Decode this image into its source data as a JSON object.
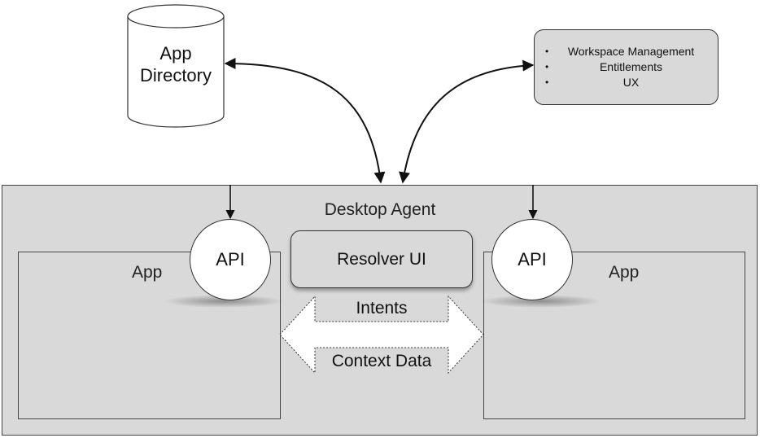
{
  "desktop_agent": {
    "title": "Desktop Agent"
  },
  "app_directory": {
    "label_line1": "App",
    "label_line2": "Directory"
  },
  "info_box": {
    "items": [
      "Workspace Management",
      "Entitlements",
      "UX"
    ]
  },
  "left_app": {
    "label": "App",
    "api_label": "API"
  },
  "right_app": {
    "label": "App",
    "api_label": "API"
  },
  "resolver": {
    "label": "Resolver UI"
  },
  "bidirectional_arrow": {
    "top_label": "Intents",
    "bottom_label": "Context Data"
  }
}
